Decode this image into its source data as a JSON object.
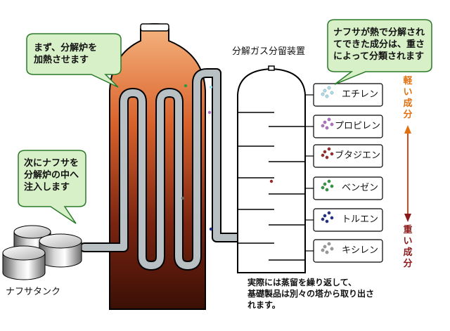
{
  "bubbles": {
    "heat_furnace": "まず、分解炉を\n加熱させます",
    "inject_naphtha": "次にナフサを\n分解炉の中へ\n注入します",
    "separation": "ナフサが熱で分解され\nてできた成分は、重さ\nによって分類されます"
  },
  "tank_label": "ナフサタンク",
  "column_title": "分解ガス分留装置",
  "products": [
    {
      "label": "エチレン",
      "dot_color": "#a8e0f0"
    },
    {
      "label": "プロピレン",
      "dot_color": "#b070c8"
    },
    {
      "label": "ブタジエン",
      "dot_color": "#9a2b2b"
    },
    {
      "label": "ベンゼン",
      "dot_color": "#2e9a3e"
    },
    {
      "label": "トルエン",
      "dot_color": "#1f2f8a"
    },
    {
      "label": "キシレン",
      "dot_color": "#9a9a9a"
    }
  ],
  "scale": {
    "light_label": "軽い成分",
    "heavy_label": "重い成分",
    "light_color": "#e07010",
    "heavy_color": "#8a1a1a"
  },
  "note": "実際には蒸留を繰り返して、\n基礎製品は別々の塔から取り出さ\nれます。",
  "colors": {
    "bubble_fill": "#d8f0c8",
    "bubble_stroke": "#2a7a2a",
    "furnace_top": "#f3a268",
    "furnace_bottom": "#3b0f06",
    "pipe": "#b8c0c4"
  }
}
